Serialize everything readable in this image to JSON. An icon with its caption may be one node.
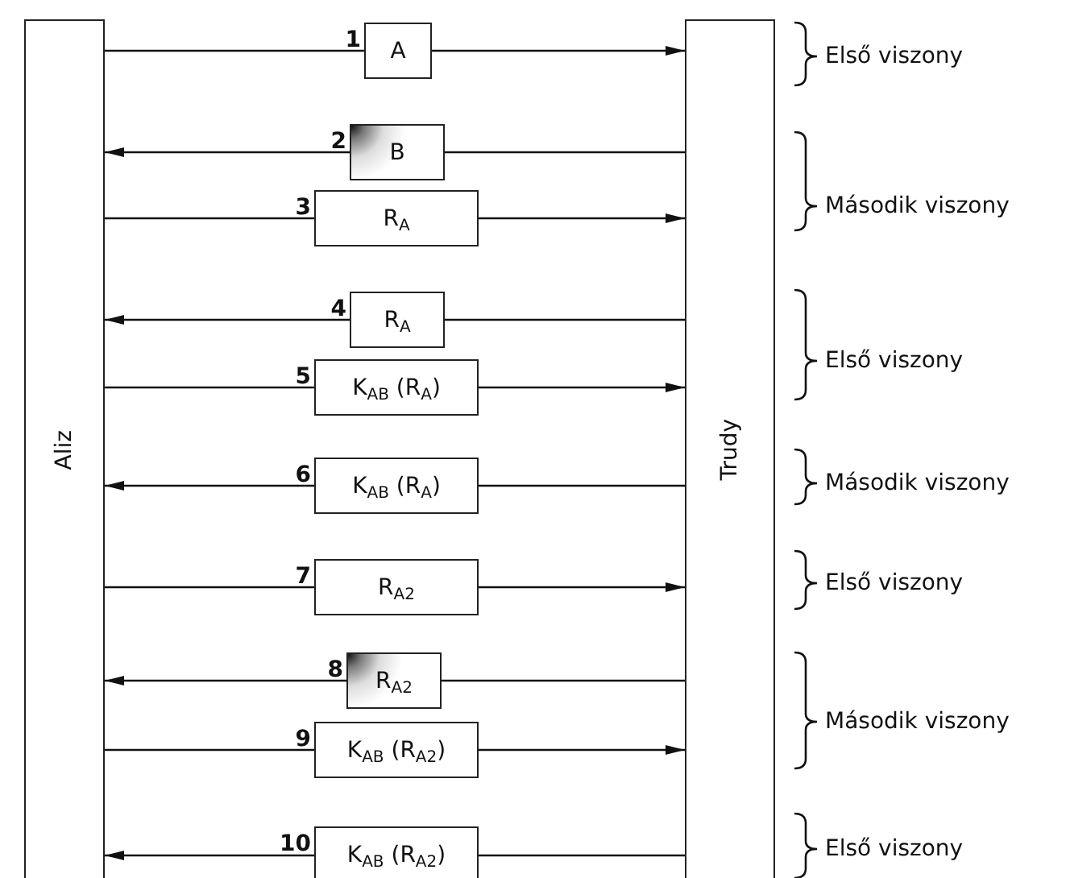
{
  "diagram": {
    "nodes": [
      {
        "text": [
          "Aliz"
        ]
      },
      {
        "text": [
          "Trudy"
        ]
      },
      {
        "text": [
          "A"
        ],
        "beside": [
          "1"
        ]
      },
      {
        "text": [
          "B"
        ],
        "beside": [
          "2"
        ]
      },
      {
        "text": [
          "R$_{A}$"
        ],
        "beside": [
          "3"
        ]
      },
      {
        "text": [
          "R$_{A}$"
        ],
        "beside": [
          "4"
        ]
      },
      {
        "text": [
          "K$_{AB}$ (R$_{A}$)"
        ],
        "beside": [
          "5"
        ]
      },
      {
        "text": [
          "K$_{AB}$ (R$_{A}$)"
        ],
        "beside": [
          "6"
        ]
      },
      {
        "text": [
          "R$_{A2}$"
        ],
        "beside": [
          "7"
        ]
      },
      {
        "text": [
          "R$_{A2}$"
        ],
        "beside": [
          "8"
        ]
      },
      {
        "text": [
          "K$_{AB}$ (R$_{A2}$)"
        ],
        "beside": [
          "9"
        ]
      },
      {
        "text": [
          "K$_{AB}$ (R$_{A2}$)"
        ],
        "beside": [
          "10"
        ]
      }
    ],
    "edges": [
      {
        "from": 0,
        "to": 2,
        "arrow": "none"
      },
      {
        "from": 2,
        "to": 1,
        "arrow": "to"
      },
      {
        "from": 1,
        "to": 3,
        "arrow": "none"
      },
      {
        "from": 3,
        "to": 0,
        "arrow": "to"
      },
      {
        "from": 0,
        "to": 4,
        "arrow": "none"
      },
      {
        "from": 4,
        "to": 1,
        "arrow": "to"
      },
      {
        "from": 1,
        "to": 5,
        "arrow": "none"
      },
      {
        "from": 5,
        "to": 0,
        "arrow": "to"
      },
      {
        "from": 0,
        "to": 6,
        "arrow": "none"
      },
      {
        "from": 6,
        "to": 1,
        "arrow": "to"
      },
      {
        "from": 1,
        "to": 7,
        "arrow": "none"
      },
      {
        "from": 7,
        "to": 0,
        "arrow": "to"
      },
      {
        "from": 0,
        "to": 8,
        "arrow": "none"
      },
      {
        "from": 8,
        "to": 1,
        "arrow": "to"
      },
      {
        "from": 1,
        "to": 9,
        "arrow": "none"
      },
      {
        "from": 9,
        "to": 0,
        "arrow": "to"
      },
      {
        "from": 0,
        "to": 10,
        "arrow": "none"
      },
      {
        "from": 10,
        "to": 1,
        "arrow": "to"
      },
      {
        "from": 1,
        "to": 11,
        "arrow": "none"
      },
      {
        "from": 11,
        "to": 0,
        "arrow": "to"
      }
    ],
    "labels": [
      "Első viszony",
      "Második viszony",
      "Első viszony",
      "Második viszony",
      "Első viszony",
      "Második viszony",
      "Első viszony"
    ]
  }
}
